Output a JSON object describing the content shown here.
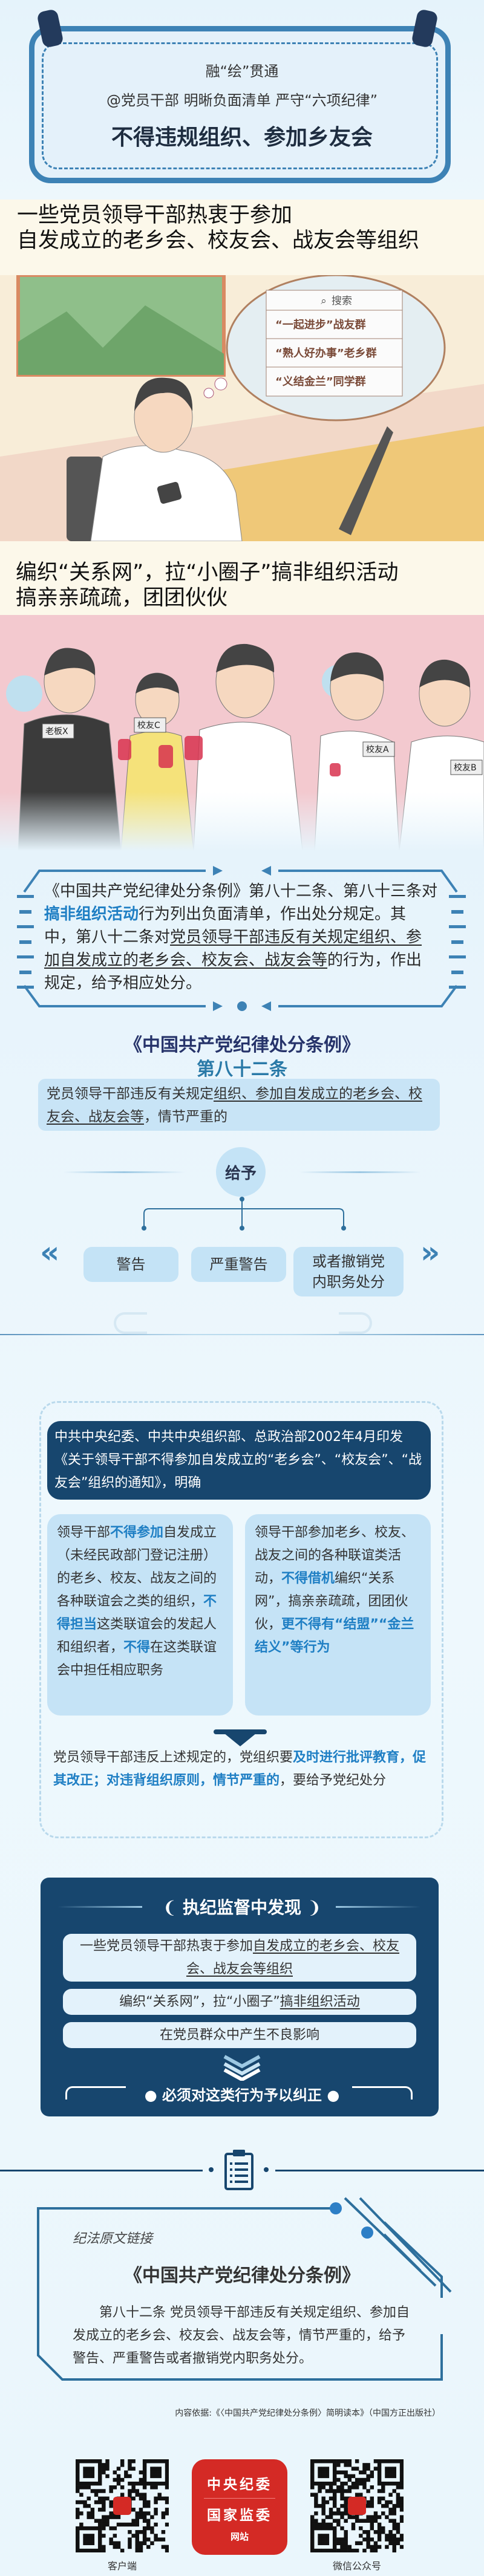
{
  "header": {
    "line1": "融“绘”贯通",
    "line2": "@党员干部  明晰负面清单  严守“六项纪律”",
    "title": "不得违规组织、参加乡友会"
  },
  "scene1": {
    "caption_line1": "一些党员领导干部热衷于参加",
    "caption_line2": "自发成立的老乡会、校友会、战友会等组织",
    "search_label": "搜索",
    "groups": [
      "“一起进步”战友群",
      "“熟人好办事”老乡群",
      "“义结金兰”同学群"
    ]
  },
  "scene2": {
    "caption_line1": "编织“关系网”，拉“小圈子”搞非组织活动",
    "caption_line2": "搞亲亲疏疏，团团伙伙",
    "name_tags": [
      "老板X",
      "校友C",
      "校友A",
      "校友B"
    ]
  },
  "intro": {
    "segments": [
      {
        "t": "《中国共产党纪律处分条例》第八十二条、第八十三条对"
      },
      {
        "t": "搞非组织活动",
        "s": "hl"
      },
      {
        "t": "行为列出负面清单，作出处分规定。其中，第八十二条对"
      },
      {
        "t": "党员领导干部违反有关规定组织、参加自发成立的老乡会、校友会、战友会等",
        "s": "ul"
      },
      {
        "t": "的行为，作出规定，给予相应处分。"
      }
    ]
  },
  "article": {
    "title": "《中国共产党纪律处分条例》",
    "number": "第八十二条",
    "segments": [
      {
        "t": "党员领导干部违反有关规定"
      },
      {
        "t": "组织、参加自发成立的老乡会、校友会、战友会等",
        "s": "ul"
      },
      {
        "t": "，情节严重的"
      }
    ],
    "give_label": "给予",
    "penalties": [
      "警告",
      "严重警告",
      "或者撤销党内职务处分"
    ]
  },
  "notice": {
    "header": "中共中央纪委、中共中央组织部、总政治部2002年4月印发《关于领导干部不得参加自发成立的“老乡会”、“校友会”、“战友会”组织的通知》，明确",
    "left": [
      {
        "t": "领导干部"
      },
      {
        "t": "不得参加",
        "s": "hl"
      },
      {
        "t": "自发成立（未经民政部门登记注册）的老乡、校友、战友之间的各种联谊会之类的组织，"
      },
      {
        "t": "不得担当",
        "s": "hl"
      },
      {
        "t": "这类联谊会的发起人和组织者，"
      },
      {
        "t": "不得",
        "s": "hl"
      },
      {
        "t": "在这类联谊会中担任相应职务"
      }
    ],
    "right": [
      {
        "t": "领导干部参加老乡、校友、战友之间的各种联谊类活动，"
      },
      {
        "t": "不得借机",
        "s": "hl"
      },
      {
        "t": "编织“关系网”，搞亲亲疏疏，团团伙伙，"
      },
      {
        "t": "更不得有“结盟”“金兰结义”等行为",
        "s": "hl"
      }
    ],
    "conclusion": [
      {
        "t": "党员领导干部违反上述规定的，党组织要"
      },
      {
        "t": "及时进行批评教育，促其改正；对违背组织原则，情节严重的",
        "s": "hl"
      },
      {
        "t": "，要给予党纪处分"
      }
    ]
  },
  "findings": {
    "title": "执纪监督中发现",
    "items": [
      [
        {
          "t": "一些党员领导干部热衷于参加"
        },
        {
          "t": "自发成立的老乡会、校友会、战友会等组织",
          "s": "ul"
        }
      ],
      [
        {
          "t": "编织“关系网”，拉“小圈子”"
        },
        {
          "t": "搞非组织活动",
          "s": "ul"
        }
      ],
      [
        {
          "t": "在党员群众中产生不良影响"
        }
      ]
    ],
    "conclusion": "必须对这类行为予以纠正"
  },
  "law_link": {
    "label": "纪法原文链接",
    "title": "《中国共产党纪律处分条例》",
    "body": "第八十二条 党员领导干部违反有关规定组织、参加自发成立的老乡会、校友会、战友会等，情节严重的，给予警告、严重警告或者撤销党内职务处分。"
  },
  "source": "内容依据:《〈中国共产党纪律处分条例〉简明读本》（中国方正出版社）",
  "footer": {
    "qr_left_label": "客户端",
    "logo_line1": "中央纪委",
    "logo_line2": "国家监委",
    "logo_line3": "网站",
    "qr_right_label": "微信公众号"
  },
  "colors": {
    "accent": "#3d82b5",
    "navy": "#17466e",
    "highlight": "#1f7fc4",
    "light_box": "#c4e3f6",
    "logo_red": "#d42a25"
  }
}
